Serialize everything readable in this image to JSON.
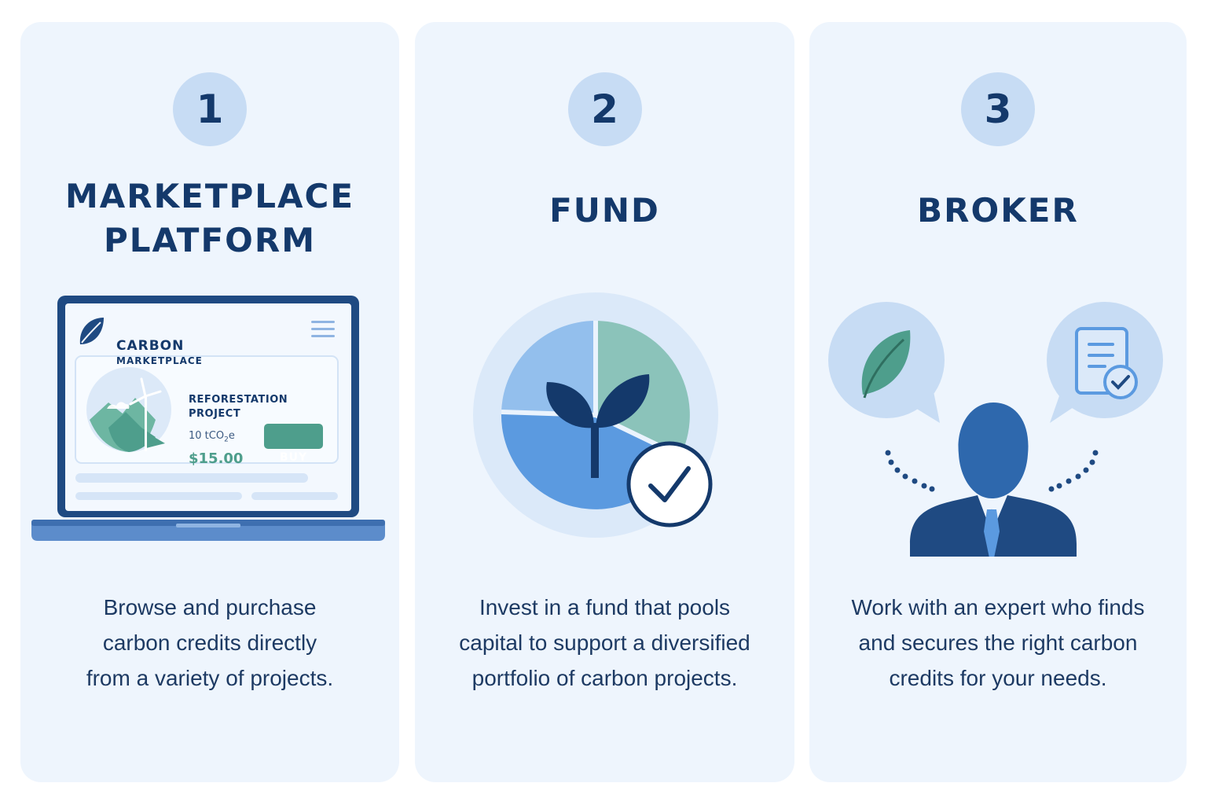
{
  "cards": [
    {
      "number": "1",
      "title_lines": [
        "MARKETPLACE",
        "PLATFORM"
      ],
      "description_lines": [
        "Browse and purchase",
        "carbon credits directly",
        "from a variety of projects."
      ],
      "illustration": {
        "icon": "laptop-marketplace-icon",
        "brand_top": "CARBON",
        "brand_bottom": "MARKETPLACE",
        "listing_title_line1": "REFORESTATION",
        "listing_title_line2": "PROJECT",
        "listing_quantity": "10 tCO",
        "listing_quantity_sub": "2",
        "listing_quantity_suffix": "e",
        "listing_price": "$15.00",
        "buy_label": "BUY"
      }
    },
    {
      "number": "2",
      "title_lines": [
        "FUND"
      ],
      "description_lines": [
        "Invest in a fund that pools",
        "capital to support a diversified",
        "portfolio of carbon projects."
      ],
      "illustration": {
        "icon": "pie-chart-sprout-check-icon"
      }
    },
    {
      "number": "3",
      "title_lines": [
        "BROKER"
      ],
      "description_lines": [
        "Work with an expert who finds",
        "and secures the right carbon",
        "credits for your needs."
      ],
      "illustration": {
        "icon": "broker-person-icon"
      }
    }
  ],
  "colors": {
    "card_bg": "#eef5fd",
    "navy": "#14396b",
    "badge": "#c7dcf4",
    "green": "#4e9e8c",
    "blue": "#5b9ae0"
  }
}
